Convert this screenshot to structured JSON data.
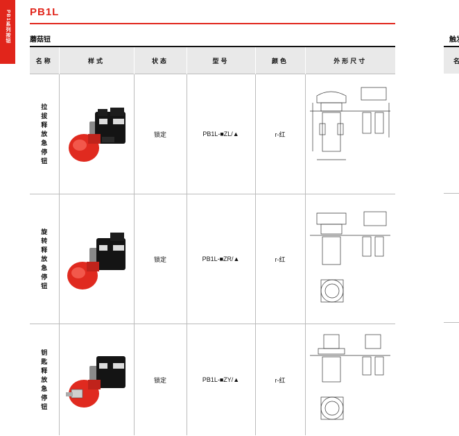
{
  "sidebar": {
    "label": "PB1系列按钮"
  },
  "page": {
    "title": "PB1L",
    "section": "蘑菇钮",
    "next_section": "触发"
  },
  "table": {
    "headers": [
      "名称",
      "样式",
      "状态",
      "型号",
      "颜色",
      "外形尺寸"
    ],
    "next_header": "名",
    "rows": [
      {
        "name": "拉拔释放急停钮",
        "state": "锁定",
        "model": "PB1L-■ZL/▲",
        "color": "r-红"
      },
      {
        "name": "旋转释放急停钮",
        "state": "锁定",
        "model": "PB1L-■ZR/▲",
        "color": "r-红"
      },
      {
        "name": "钥匙释放急停钮",
        "state": "锁定",
        "model": "PB1L-■ZY/▲",
        "color": "r-红"
      }
    ]
  },
  "colors": {
    "accent": "#e1251b",
    "header_bg": "#e9e9e9"
  }
}
